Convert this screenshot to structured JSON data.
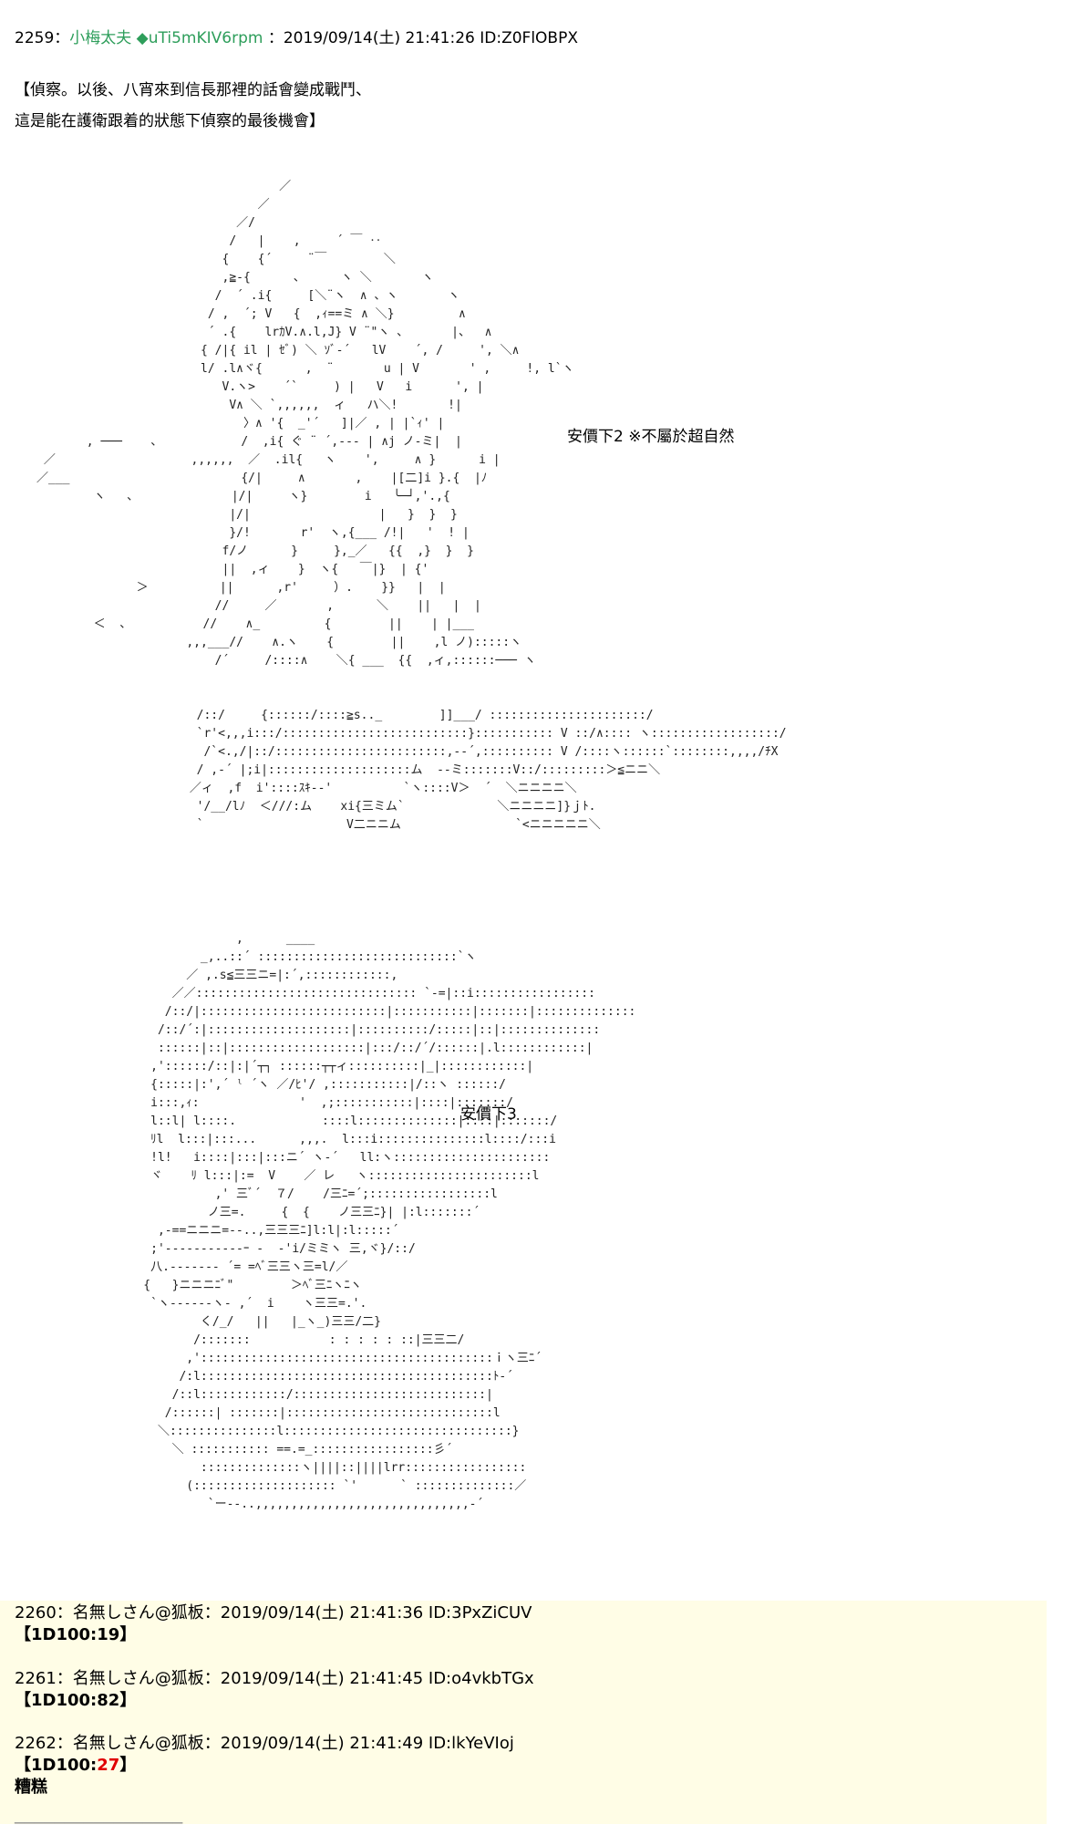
{
  "post_2259": {
    "number": "2259",
    "sep": "：",
    "name": "小梅太夫",
    "trip": "◆uTi5mKIV6rpm",
    "datetime": "：2019/09/14(土) 21:41:26 ID:Z0FlOBPX",
    "line1": "【偵察。以後、八宵來到信長那裡的話會變成戰鬥、",
    "line2": "這是能在護衛跟着的狀態下偵察的最後機會】",
    "label_a": "安價下2  ※不屬於超自然",
    "label_b": "安價下3"
  },
  "replies": [
    {
      "header": "2260：名無しさん@狐板：2019/09/14(土) 21:41:36 ID:3PxZiCUV",
      "dice_prefix": "【1D100:",
      "dice_value": "19",
      "dice_suffix": "】",
      "comment": ""
    },
    {
      "header": "2261：名無しさん@狐板：2019/09/14(土) 21:41:45 ID:o4vkbTGx",
      "dice_prefix": "【1D100:",
      "dice_value": "82",
      "dice_suffix": "】",
      "comment": ""
    },
    {
      "header": "2262：名無しさん@狐板：2019/09/14(土) 21:41:49 ID:lkYeVIoj",
      "dice_prefix": "【1D100:",
      "dice_value": "27",
      "dice_suffix": "】",
      "comment": "糟糕"
    }
  ],
  "colors": {
    "trip": "#2e9e5b",
    "dice_highlight": "#e00000",
    "reply_bg": "#fffde6"
  }
}
